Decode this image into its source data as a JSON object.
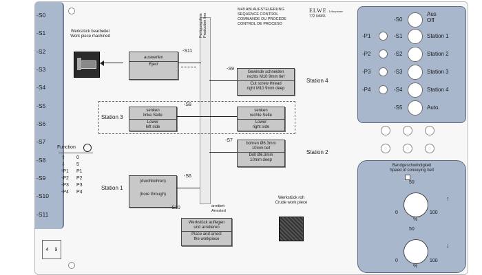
{
  "left_labels": [
    "-S0",
    "-S1",
    "-S2",
    "-S3",
    "-S4",
    "-S5",
    "-S6",
    "-S7",
    "-S8",
    "-S9",
    "-S10",
    "-S11"
  ],
  "header": {
    "line1": "M49 ABLAUFSTEUERUNG",
    "line2": "SEQUENCE CONTROL",
    "line3": "COMMANDE DU PROCEDE",
    "line4": "CONTROL DE PROCESO",
    "logo": "ELWE",
    "logo_sub": "Lehrsysteme",
    "code": "772 94965"
  },
  "rail_label": "Fertigungslinie Production line",
  "machined": {
    "de": "Werkstück bearbeitet",
    "en": "Work piece machined"
  },
  "crude": {
    "de": "Werkstück roh",
    "en": "Crude work piece"
  },
  "boxes": {
    "eject": {
      "de": "auswerfen",
      "en": "Eject"
    },
    "thread": {
      "de1": "Gewinde schneiden",
      "de2": "rechts M10 9mm tief",
      "en1": "Cut screw thread",
      "en2": "right M10 9mm deep"
    },
    "lower_left": {
      "de1": "senken",
      "de2": "linke Seite",
      "en1": "Lower",
      "en2": "left side"
    },
    "lower_right": {
      "de1": "senken",
      "de2": "rechte Seite",
      "en1": "Lower",
      "en2": "right side"
    },
    "drill": {
      "de1": "bohren Ø6.3mm",
      "de2": "10mm tief",
      "en1": "Drill Ø6.3mm",
      "en2": "10mm deep"
    },
    "bore": {
      "de": "(durchbohren)",
      "en": "(bore through)"
    },
    "place": {
      "de1": "Werkstück auflegen",
      "de2": "und arretieren",
      "en1": "Place and arrest",
      "en2": "the workpiece"
    }
  },
  "switch_tags": {
    "s11": "-S11",
    "s9": "-S9",
    "s8": "-S8",
    "s7": "-S7",
    "s6": "-S6",
    "s10": "-S10"
  },
  "arrested": {
    "de": "arretiert",
    "en": "Arrested"
  },
  "stations": {
    "s1": "Station 1",
    "s2": "Station 2",
    "s3": "Station 3",
    "s4": "Station 4"
  },
  "function": {
    "title": "Function",
    "rows": [
      [
        "⇧",
        "0"
      ],
      [
        "⇩",
        "5"
      ],
      [
        "-P1",
        "P1"
      ],
      [
        "-P2",
        "P2"
      ],
      [
        "-P3",
        "P3"
      ],
      [
        "-P4",
        "P4"
      ]
    ]
  },
  "control": {
    "s0": "-S0",
    "aus": "Aus",
    "off": "Off",
    "rows": [
      {
        "p": "-P1",
        "s": "-S1",
        "label": "Station 1"
      },
      {
        "p": "-P2",
        "s": "-S2",
        "label": "Station 2"
      },
      {
        "p": "-P3",
        "s": "-S3",
        "label": "Station 3"
      },
      {
        "p": "-P4",
        "s": "-S4",
        "label": "Station 4"
      }
    ],
    "s5": "-S5",
    "auto": "Auto."
  },
  "speed": {
    "title_de": "Bandgeschwindigkeit",
    "title_en": "Speed of conveying belt",
    "t0": "0",
    "t50": "50",
    "t100": "100",
    "pct": "%",
    "up": "↑",
    "down": "↓"
  },
  "id_grid": [
    "4",
    "9"
  ]
}
